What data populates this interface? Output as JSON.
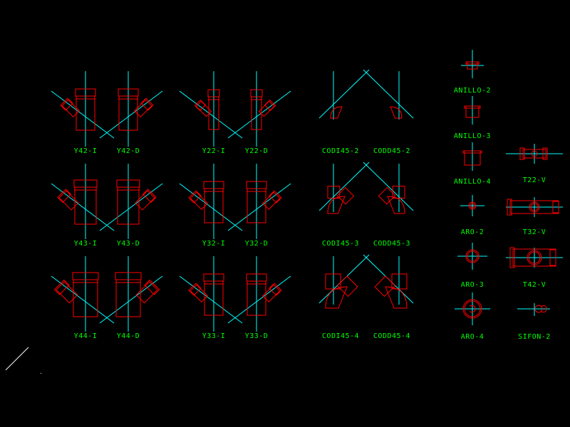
{
  "colors": {
    "background": "#000000",
    "symbol": "#ff0000",
    "axis": "#00ffff",
    "label": "#00ff00",
    "cursor": "#ffffff"
  },
  "symbols": [
    {
      "id": "y42i",
      "label": "Y42-I",
      "kind": "y",
      "size": 1,
      "side": "left"
    },
    {
      "id": "y42d",
      "label": "Y42-D",
      "kind": "y",
      "size": 1,
      "side": "right"
    },
    {
      "id": "y22i",
      "label": "Y22-I",
      "kind": "y",
      "size": 0,
      "side": "left"
    },
    {
      "id": "y22d",
      "label": "Y22-D",
      "kind": "y",
      "size": 0,
      "side": "right"
    },
    {
      "id": "codi452",
      "label": "CODI45-2",
      "kind": "elbow",
      "size": 0,
      "side": "left"
    },
    {
      "id": "codd452",
      "label": "CODD45-2",
      "kind": "elbow",
      "size": 0,
      "side": "right"
    },
    {
      "id": "y43i",
      "label": "Y43-I",
      "kind": "y",
      "size": 2,
      "side": "left"
    },
    {
      "id": "y43d",
      "label": "Y43-D",
      "kind": "y",
      "size": 2,
      "side": "right"
    },
    {
      "id": "y32i",
      "label": "Y32-I",
      "kind": "y",
      "size": 1,
      "side": "left"
    },
    {
      "id": "y32d",
      "label": "Y32-D",
      "kind": "y",
      "size": 1,
      "side": "right"
    },
    {
      "id": "codi453",
      "label": "CODI45-3",
      "kind": "elbow",
      "size": 1,
      "side": "left"
    },
    {
      "id": "codd453",
      "label": "CODD45-3",
      "kind": "elbow",
      "size": 1,
      "side": "right"
    },
    {
      "id": "y44i",
      "label": "Y44-I",
      "kind": "y",
      "size": 3,
      "side": "left"
    },
    {
      "id": "y44d",
      "label": "Y44-D",
      "kind": "y",
      "size": 3,
      "side": "right"
    },
    {
      "id": "y33i",
      "label": "Y33-I",
      "kind": "y",
      "size": 1,
      "side": "left"
    },
    {
      "id": "y33d",
      "label": "Y33-D",
      "kind": "y",
      "size": 1,
      "side": "right"
    },
    {
      "id": "codi454",
      "label": "CODI45-4",
      "kind": "elbow",
      "size": 2,
      "side": "left"
    },
    {
      "id": "codd454",
      "label": "CODD45-4",
      "kind": "elbow",
      "size": 2,
      "side": "right"
    },
    {
      "id": "anillo2",
      "label": "ANILLO-2",
      "kind": "ring",
      "size": 0
    },
    {
      "id": "anillo3",
      "label": "ANILLO-3",
      "kind": "ring",
      "size": 1
    },
    {
      "id": "anillo4",
      "label": "ANILLO-4",
      "kind": "ring",
      "size": 2
    },
    {
      "id": "aro2",
      "label": "ARO-2",
      "kind": "aro",
      "size": 0
    },
    {
      "id": "aro3",
      "label": "ARO-3",
      "kind": "aro",
      "size": 1
    },
    {
      "id": "aro4",
      "label": "ARO-4",
      "kind": "aro",
      "size": 2
    },
    {
      "id": "t22v",
      "label": "T22-V",
      "kind": "tee",
      "size": 0
    },
    {
      "id": "t32v",
      "label": "T32-V",
      "kind": "tee",
      "size": 1
    },
    {
      "id": "t42v",
      "label": "T42-V",
      "kind": "tee",
      "size": 2
    },
    {
      "id": "sifon2",
      "label": "SIFON-2",
      "kind": "sifon",
      "size": 0
    }
  ]
}
